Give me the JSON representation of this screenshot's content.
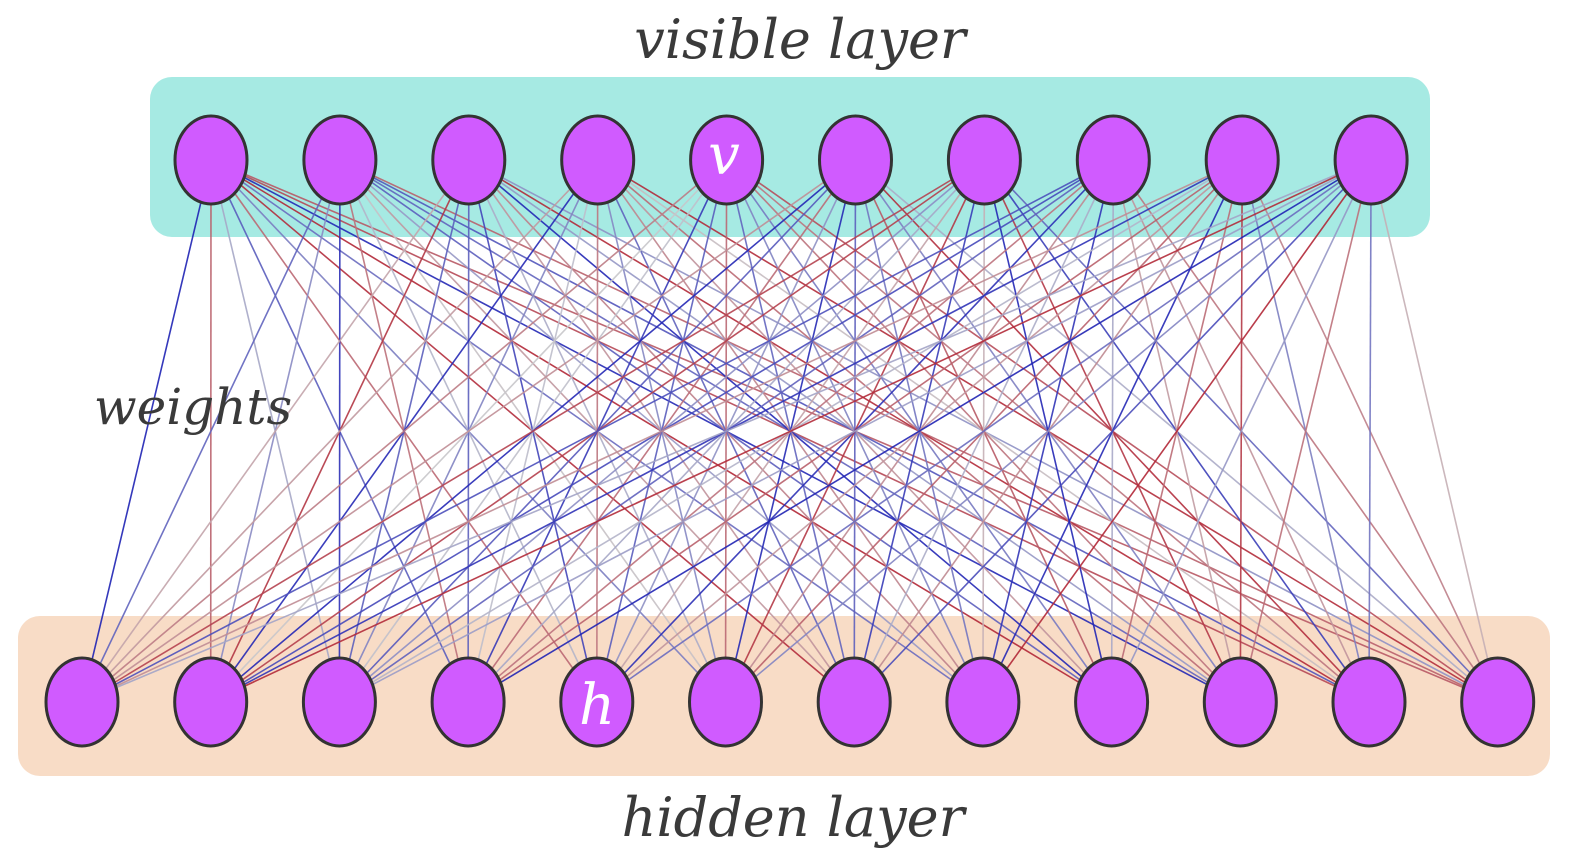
{
  "labels": {
    "visible_layer": "visible layer",
    "hidden_layer": "hidden layer",
    "weights": "weights",
    "visible_symbol": "v",
    "hidden_symbol": "h"
  },
  "network": {
    "visible_count": 10,
    "hidden_count": 12,
    "fully_connected": true
  },
  "colors": {
    "visible_band": "#a6eae3",
    "hidden_band": "#f8dcc6",
    "neuron_fill": "#d05bff",
    "neuron_stroke": "#333333",
    "positive_weight": "#b01e2e",
    "negative_weight": "#1e22b4",
    "neutral_weight": "#c8c8cc"
  }
}
